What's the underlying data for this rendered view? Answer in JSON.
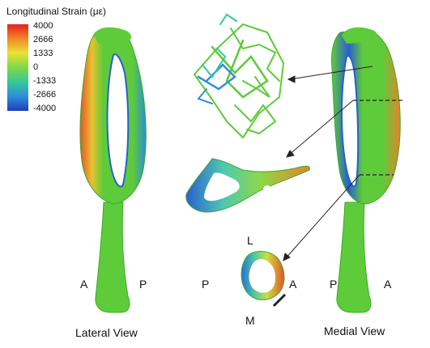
{
  "legend": {
    "title": "Longitudinal Strain (με)",
    "ticks": [
      "4000",
      "2666",
      "1333",
      "0",
      "-1333",
      "-2666",
      "-4000"
    ],
    "colors": [
      "#e41f1f",
      "#f08a24",
      "#e8e233",
      "#7fd84a",
      "#34c89a",
      "#2f8fd8",
      "#1e3fb8"
    ]
  },
  "labels": {
    "lateral_left": "A",
    "lateral_right": "P",
    "cross_top": "L",
    "cross_left": "P",
    "cross_right": "A",
    "cross_bottom": "M",
    "medial_left": "P",
    "medial_right": "A"
  },
  "views": {
    "lateral": "Lateral View",
    "medial": "Medial View"
  },
  "colors": {
    "bone_green": "#5ecb3a",
    "bone_dark_green": "#3fa82c",
    "tension_red": "#e4542a",
    "compression_blue": "#2a5fd0"
  }
}
